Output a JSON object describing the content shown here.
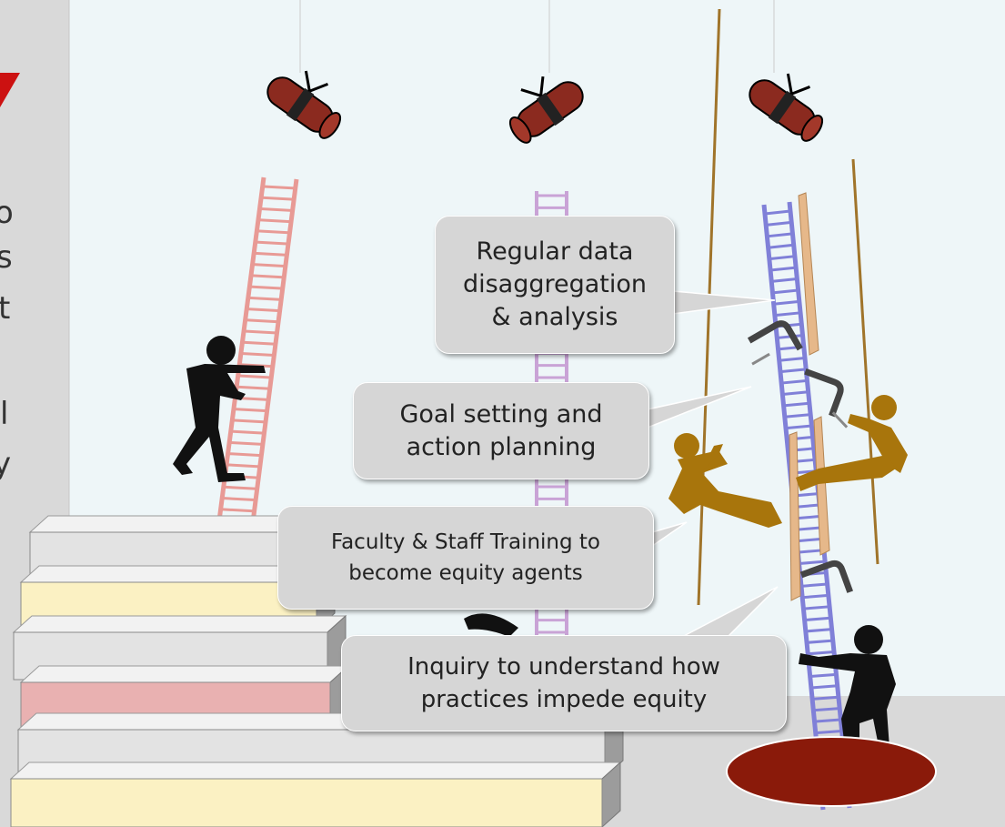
{
  "left_fragments": [
    "o",
    "s",
    "t",
    "l",
    "y"
  ],
  "callouts": {
    "regular_data": "Regular data\ndisaggregation\n& analysis",
    "goal_setting": "Goal setting and\naction planning",
    "faculty_training": "Faculty & Staff Training to\nbecome equity agents",
    "inquiry": "Inquiry to understand how\npractices impede equity"
  },
  "colors": {
    "page_background": "#d9d9d9",
    "panel_background": "#eef6f8",
    "ladder_left": "#e89a95",
    "ladder_middle": "#c9a3d6",
    "ladder_right": "#8080d8",
    "scroll": "#8b2a1f",
    "climber": "#111111",
    "rappeller": "#a8750c",
    "hole": "#8a1a0a",
    "step_yellow": "#fbf1c3",
    "step_gray": "#e3e3e3",
    "step_pink": "#e9b1b1",
    "accent_red": "#cc1111"
  }
}
